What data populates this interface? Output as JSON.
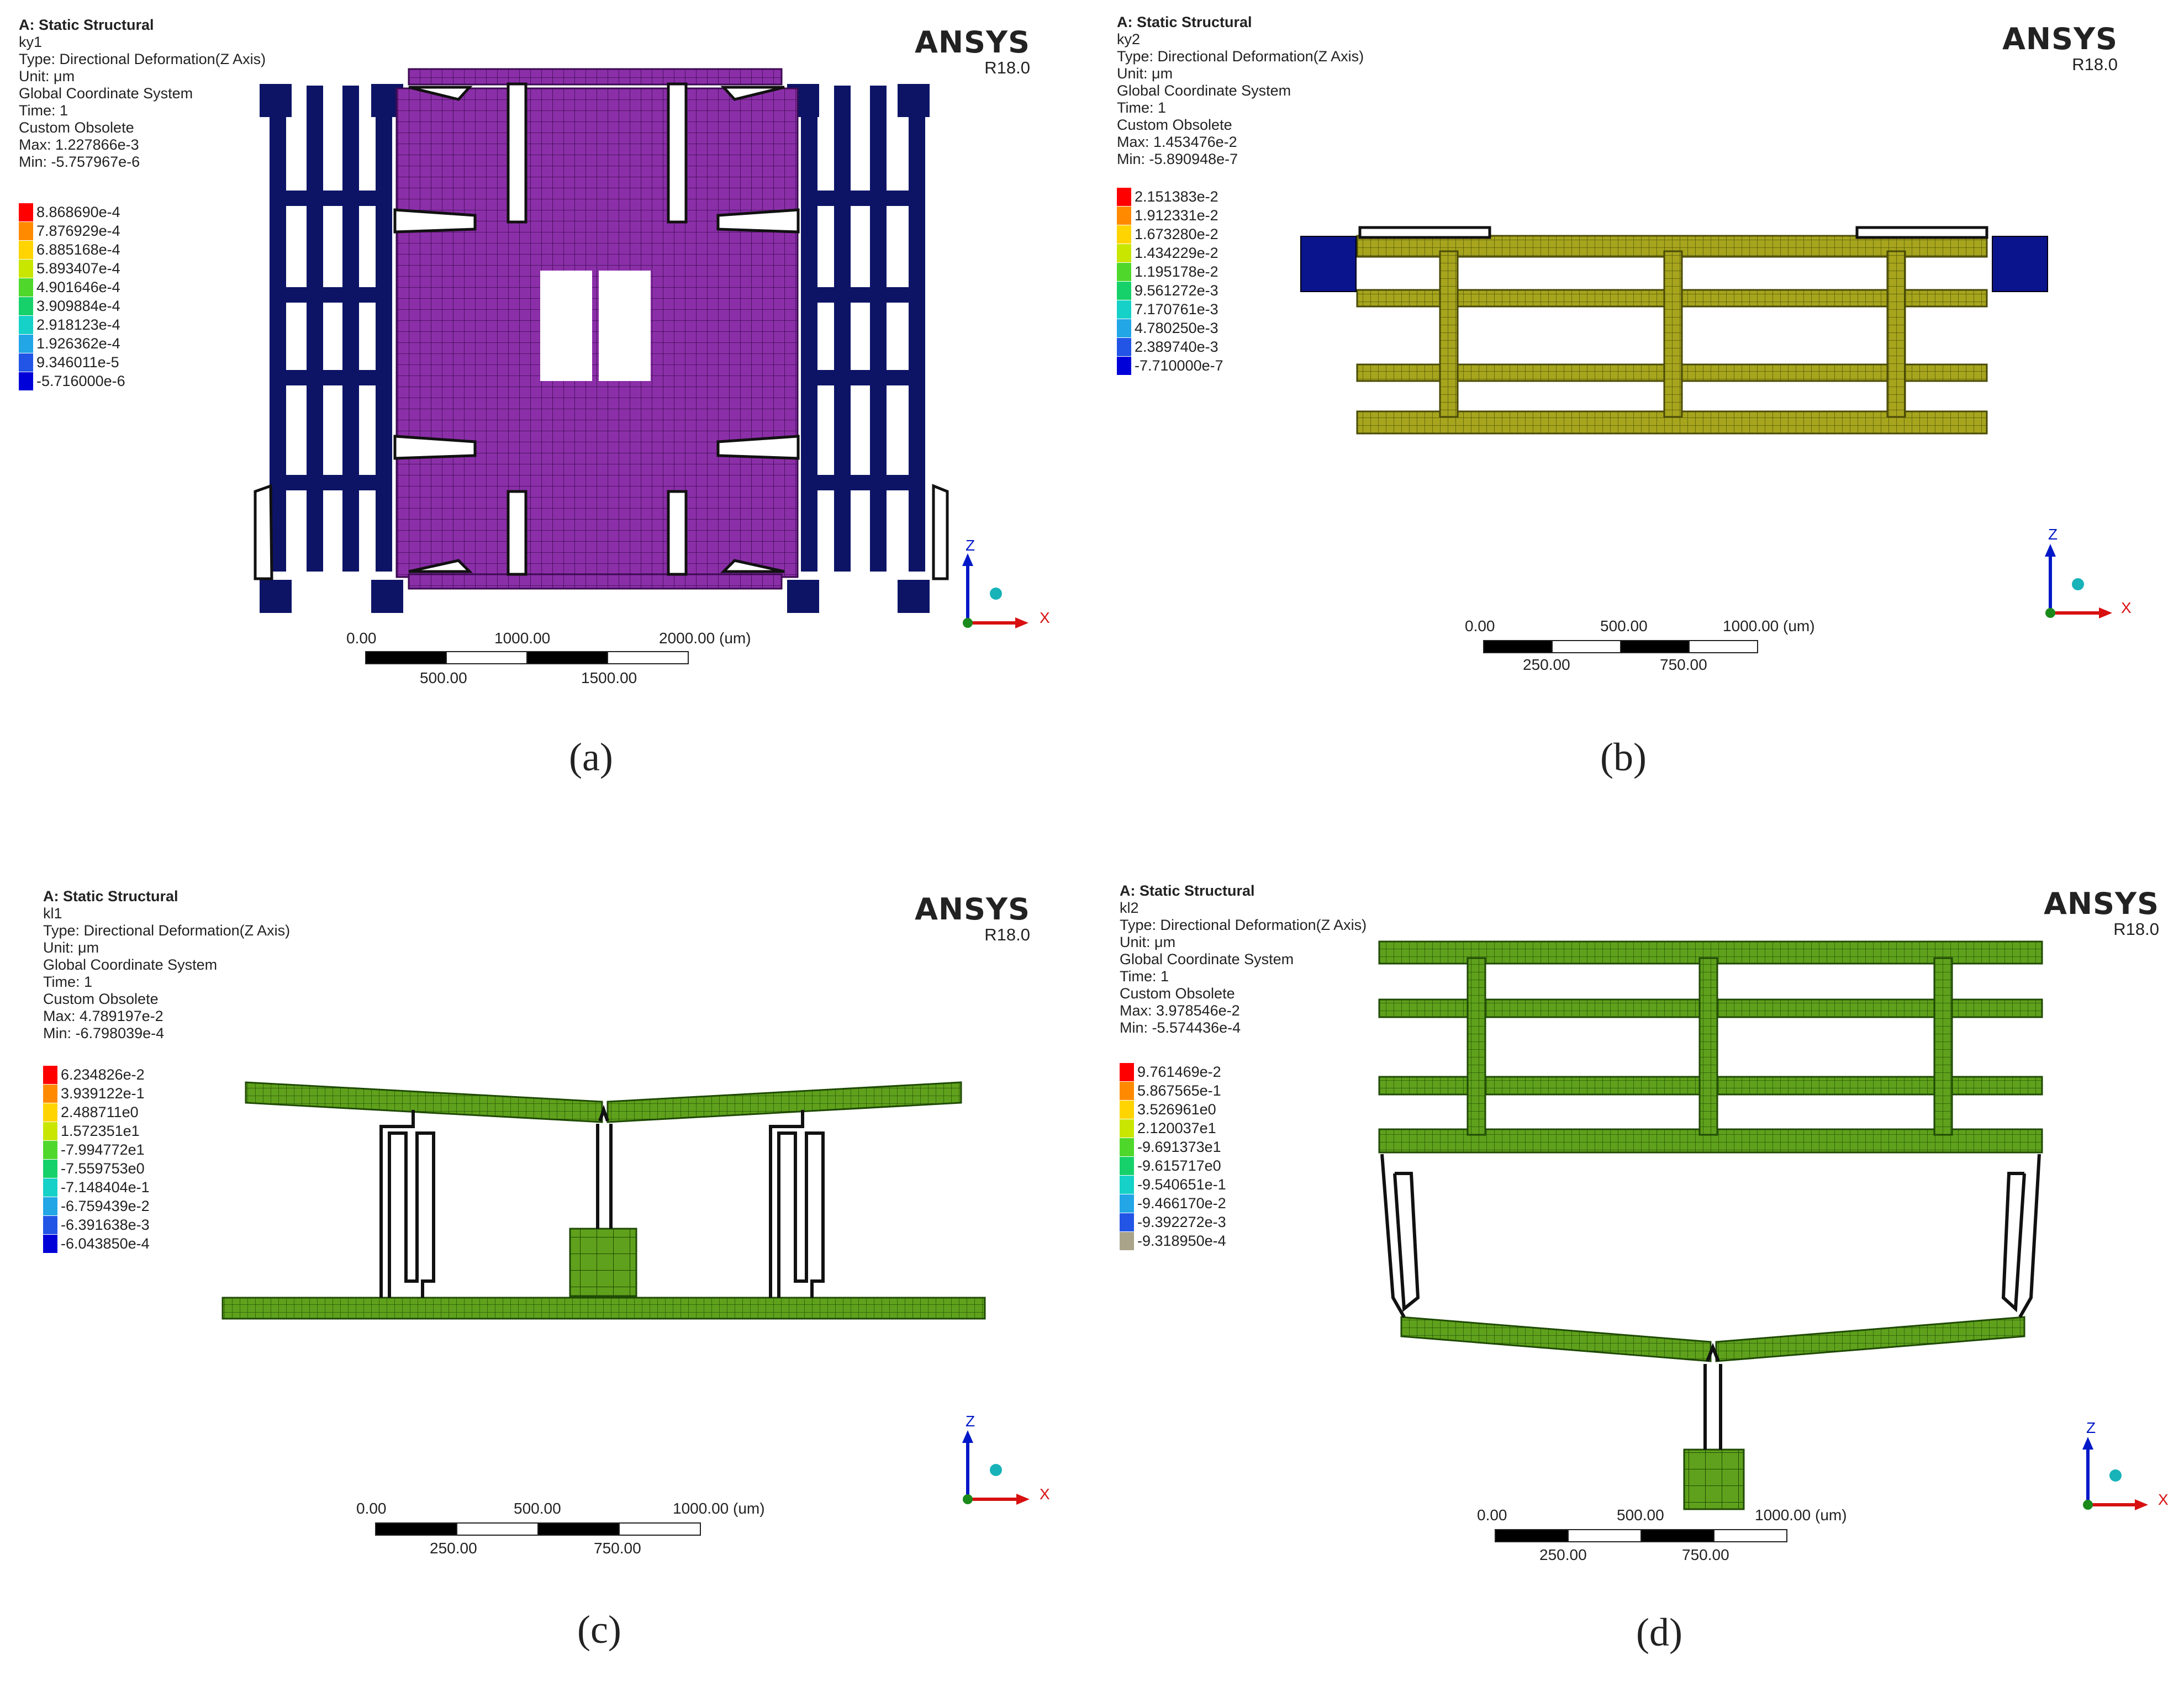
{
  "panels": [
    {
      "id": "a",
      "analysis": "A: Static Structural",
      "name": "ky1",
      "type": "Type: Directional Deformation(Z Axis)",
      "unit": "Unit: μm",
      "coord": "Global Coordinate System",
      "time": "Time: 1",
      "custom": "Custom Obsolete",
      "max": "Max: 1.227866e-3",
      "min": "Min: -5.757967e-6",
      "legend": [
        "8.868690e-4",
        "7.876929e-4",
        "6.885168e-4",
        "5.893407e-4",
        "4.901646e-4",
        "3.909884e-4",
        "2.918123e-4",
        "1.926362e-4",
        "9.346011e-5",
        "-5.716000e-6"
      ],
      "legend_colors": [
        "#ff0000",
        "#ff8a00",
        "#ffd400",
        "#c8e600",
        "#4fd82b",
        "#16d16a",
        "#16d1c7",
        "#22a6e6",
        "#2255e6",
        "#0000d8"
      ],
      "scale_top": [
        "0.00",
        "1000.00",
        "2000.00 (um)"
      ],
      "scale_bottom": [
        "500.00",
        "1500.00"
      ],
      "caption": "(a)"
    },
    {
      "id": "b",
      "analysis": "A: Static Structural",
      "name": "ky2",
      "type": "Type: Directional Deformation(Z Axis)",
      "unit": "Unit: μm",
      "coord": "Global Coordinate System",
      "time": "Time: 1",
      "custom": "Custom Obsolete",
      "max": "Max: 1.453476e-2",
      "min": "Min: -5.890948e-7",
      "legend": [
        "2.151383e-2",
        "1.912331e-2",
        "1.673280e-2",
        "1.434229e-2",
        "1.195178e-2",
        "9.561272e-3",
        "7.170761e-3",
        "4.780250e-3",
        "2.389740e-3",
        "-7.710000e-7"
      ],
      "legend_colors": [
        "#ff0000",
        "#ff8a00",
        "#ffd400",
        "#c8e600",
        "#4fd82b",
        "#16d16a",
        "#16d1c7",
        "#22a6e6",
        "#2255e6",
        "#0000d8"
      ],
      "scale_top": [
        "0.00",
        "500.00",
        "1000.00 (um)"
      ],
      "scale_bottom": [
        "250.00",
        "750.00"
      ],
      "caption": "(b)"
    },
    {
      "id": "c",
      "analysis": "A: Static Structural",
      "name": "kl1",
      "type": "Type: Directional Deformation(Z Axis)",
      "unit": "Unit: μm",
      "coord": "Global Coordinate System",
      "time": "Time: 1",
      "custom": "Custom Obsolete",
      "max": "Max: 4.789197e-2",
      "min": "Min: -6.798039e-4",
      "legend": [
        "6.234826e-2",
        "3.939122e-1",
        "2.488711e0",
        "1.572351e1",
        "-7.994772e1",
        "-7.559753e0",
        "-7.148404e-1",
        "-6.759439e-2",
        "-6.391638e-3",
        "-6.043850e-4"
      ],
      "legend_colors": [
        "#ff0000",
        "#ff8a00",
        "#ffd400",
        "#c8e600",
        "#4fd82b",
        "#16d16a",
        "#16d1c7",
        "#22a6e6",
        "#2255e6",
        "#0000d8"
      ],
      "scale_top": [
        "0.00",
        "500.00",
        "1000.00 (um)"
      ],
      "scale_bottom": [
        "250.00",
        "750.00"
      ],
      "caption": "(c)"
    },
    {
      "id": "d",
      "analysis": "A: Static Structural",
      "name": "kl2",
      "type": "Type: Directional Deformation(Z Axis)",
      "unit": "Unit: μm",
      "coord": "Global Coordinate System",
      "time": "Time: 1",
      "custom": "Custom Obsolete",
      "max": "Max: 3.978546e-2",
      "min": "Min: -5.574436e-4",
      "legend": [
        "9.761469e-2",
        "5.867565e-1",
        "3.526961e0",
        "2.120037e1",
        "-9.691373e1",
        "-9.615717e0",
        "-9.540651e-1",
        "-9.466170e-2",
        "-9.392272e-3",
        "-9.318950e-4"
      ],
      "legend_colors": [
        "#ff0000",
        "#ff8a00",
        "#ffd400",
        "#c8e600",
        "#4fd82b",
        "#16d16a",
        "#16d1c7",
        "#22a6e6",
        "#2255e6",
        "#a9a38a"
      ],
      "scale_top": [
        "0.00",
        "500.00",
        "1000.00 (um)"
      ],
      "scale_bottom": [
        "250.00",
        "750.00"
      ],
      "caption": "(d)"
    }
  ],
  "brand": "ANSYS",
  "release": "R18.0",
  "axis_z": "Z",
  "axis_x": "X",
  "colors": {
    "purple": "#8b2fa8",
    "navy": "#0d1466",
    "olive": "#a6a51d",
    "green": "#5fa11c",
    "blue_block": "#0a148c"
  }
}
